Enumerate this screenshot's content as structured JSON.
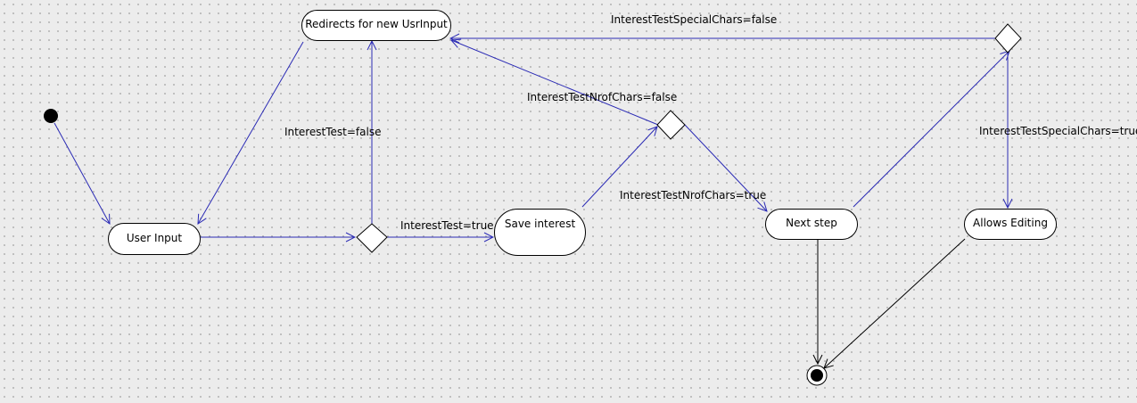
{
  "diagram": {
    "type": "uml-activity-diagram",
    "colors": {
      "edge": "#2b2bb5",
      "node_fill": "#ffffff",
      "node_border": "#000000",
      "background": "#ececec",
      "grid_dot": "#b4b4b4"
    },
    "nodes": {
      "user_input": "User Input",
      "redirects": "Redirects for new UsrInput",
      "save_interest": "Save interest",
      "next_step": "Next step",
      "allows_editing": "Allows Editing"
    },
    "edge_labels": {
      "interest_false": "InterestTest=false",
      "interest_true": "InterestTest=true",
      "nrof_false": "InterestTestNrofChars=false",
      "nrof_true": "InterestTestNrofChars=true",
      "special_false": "InterestTestSpecialChars=false",
      "special_true": "InterestTestSpecialChars=true"
    },
    "edges": [
      {
        "from": "initial",
        "to": "user_input",
        "guard": ""
      },
      {
        "from": "user_input",
        "to": "decision_interest",
        "guard": ""
      },
      {
        "from": "decision_interest",
        "to": "redirects",
        "guard": "InterestTest=false"
      },
      {
        "from": "decision_interest",
        "to": "save_interest",
        "guard": "InterestTest=true"
      },
      {
        "from": "redirects",
        "to": "user_input",
        "guard": ""
      },
      {
        "from": "save_interest",
        "to": "decision_nrof_chars",
        "guard": ""
      },
      {
        "from": "decision_nrof_chars",
        "to": "redirects",
        "guard": "InterestTestNrofChars=false"
      },
      {
        "from": "decision_nrof_chars",
        "to": "next_step",
        "guard": "InterestTestNrofChars=true"
      },
      {
        "from": "next_step",
        "to": "decision_special_chars",
        "guard": ""
      },
      {
        "from": "decision_special_chars",
        "to": "redirects",
        "guard": "InterestTestSpecialChars=false"
      },
      {
        "from": "decision_special_chars",
        "to": "allows_editing",
        "guard": "InterestTestSpecialChars=true"
      },
      {
        "from": "next_step",
        "to": "final",
        "guard": ""
      },
      {
        "from": "allows_editing",
        "to": "final",
        "guard": ""
      }
    ]
  }
}
